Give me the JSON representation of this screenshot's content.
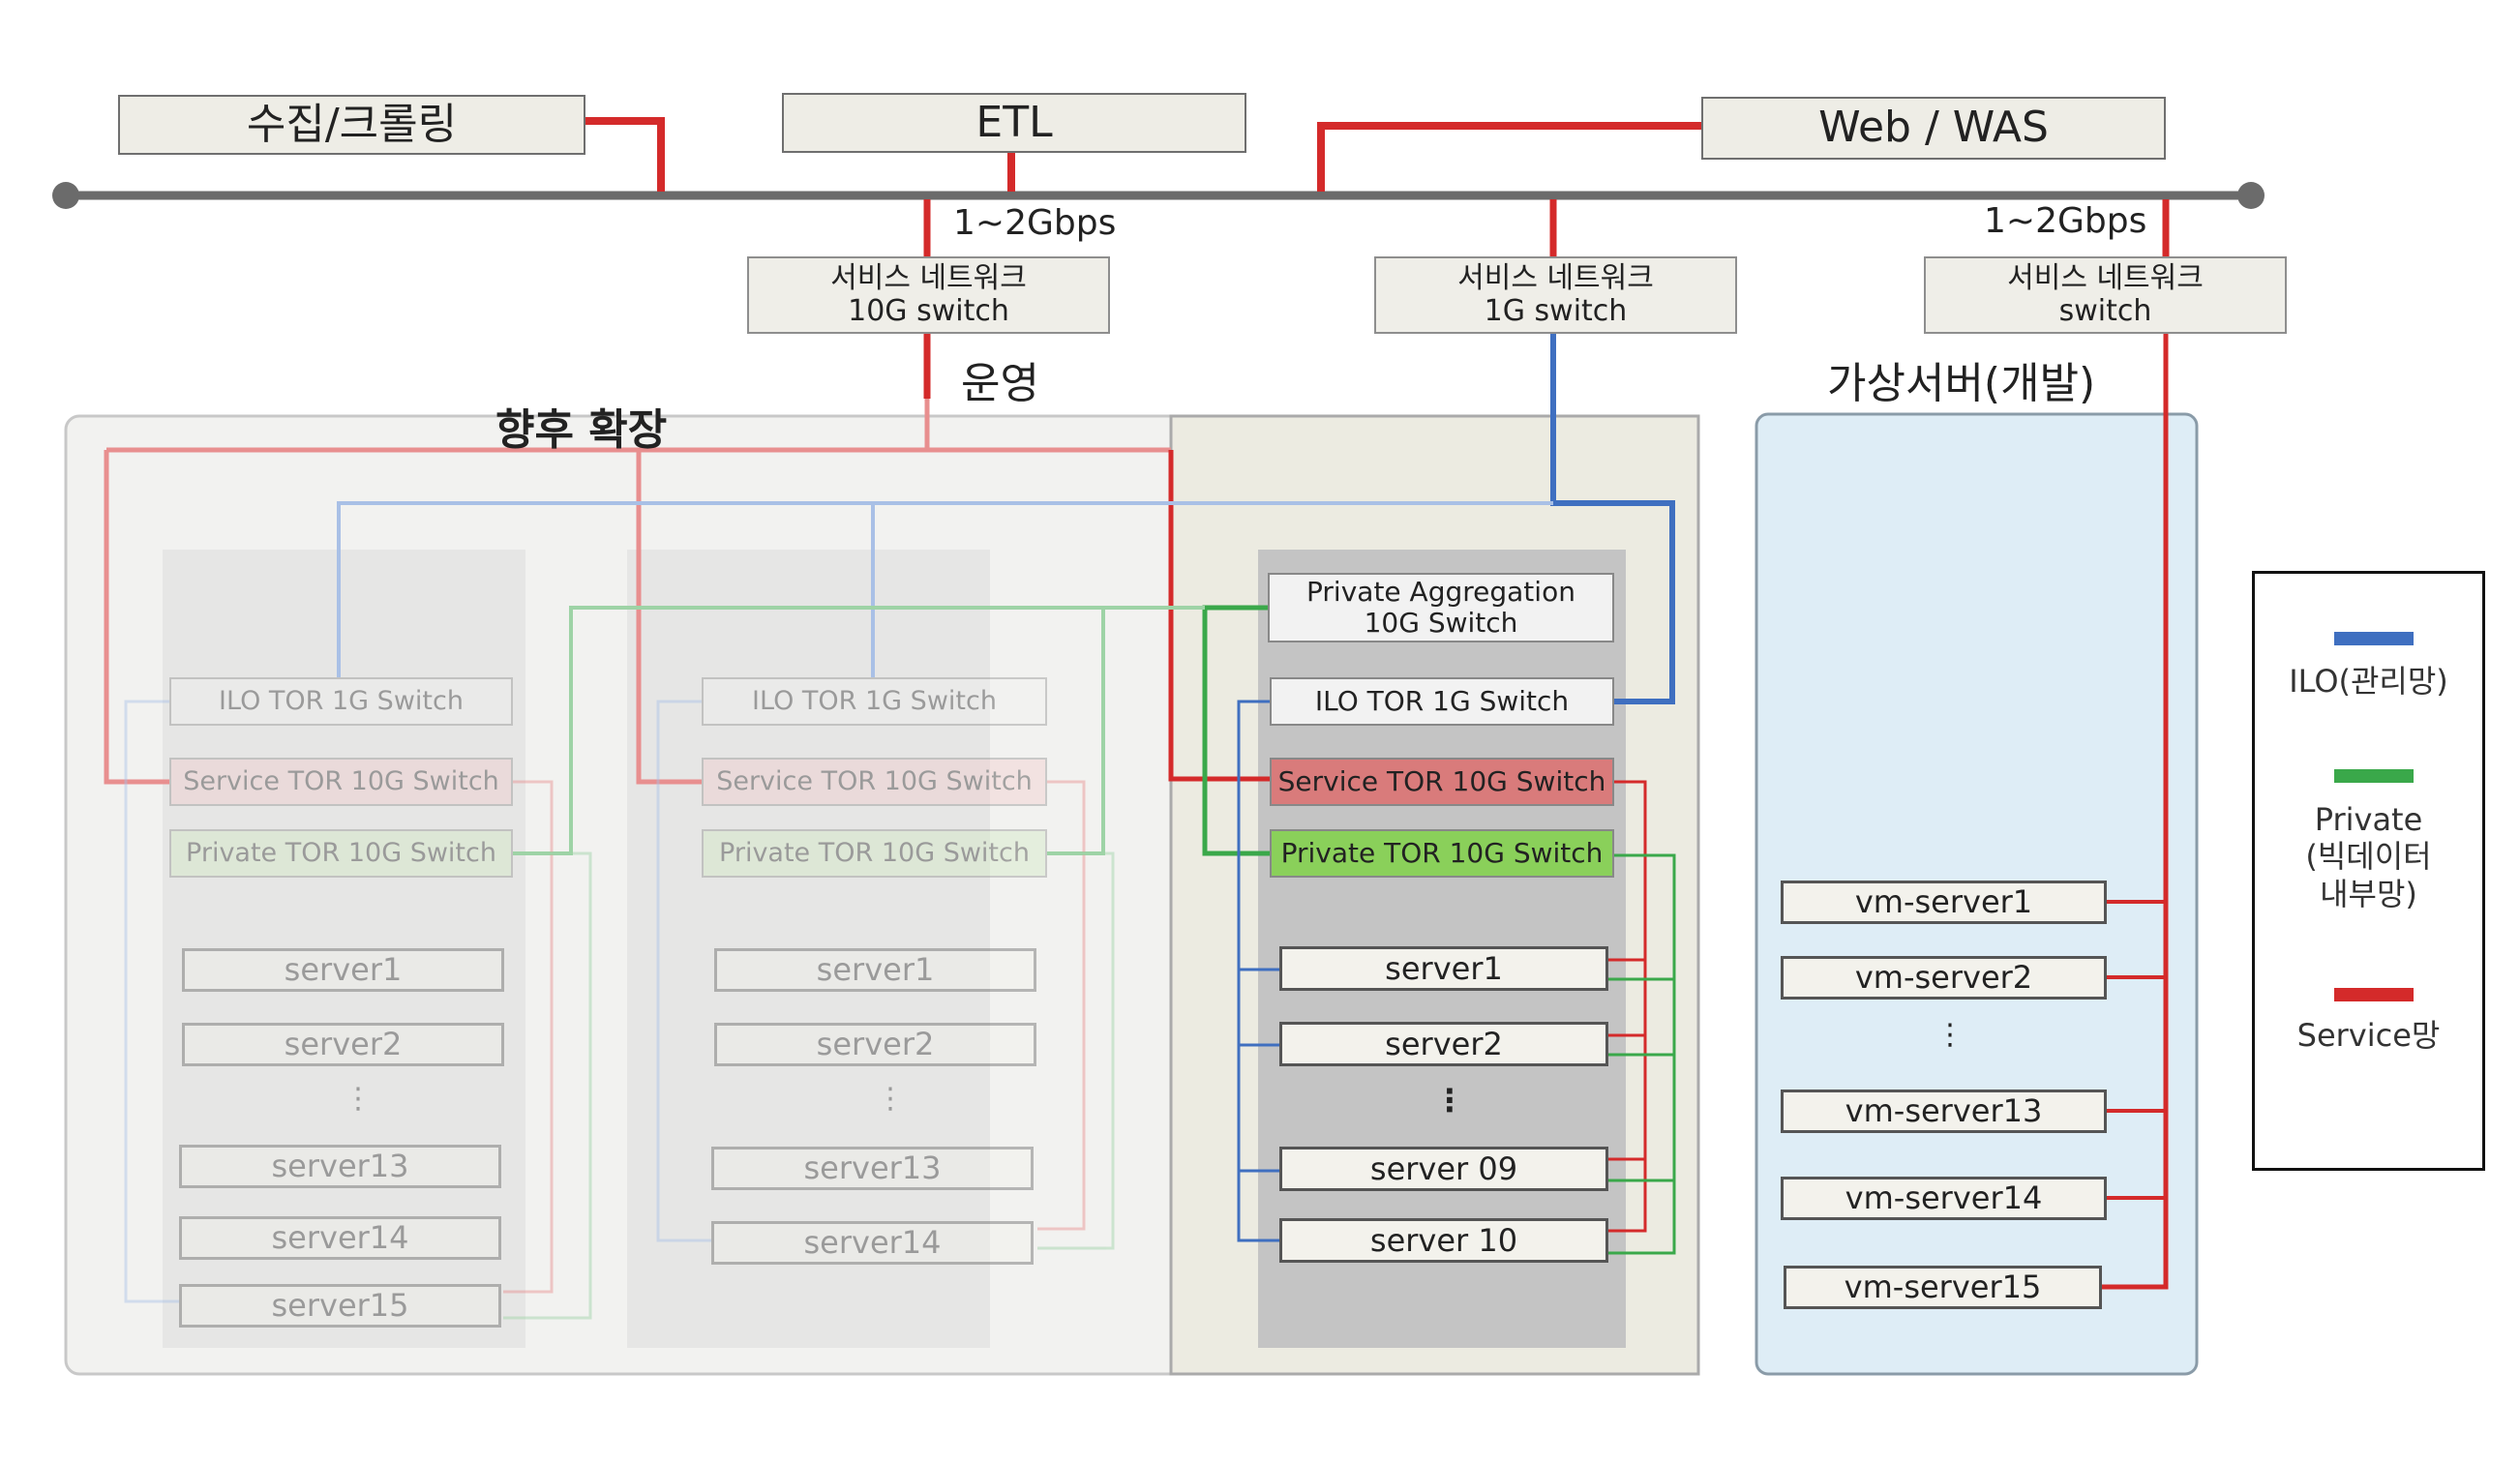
{
  "top": {
    "collection": "수집/크롤링",
    "etl": "ETL",
    "web_was": "Web / WAS"
  },
  "bandwidth": {
    "left": "1~2Gbps",
    "right": "1~2Gbps"
  },
  "service_switches": [
    {
      "line1": "서비스 네트워크",
      "line2": "10G switch"
    },
    {
      "line1": "서비스 네트워크",
      "line2": "1G switch"
    },
    {
      "line1": "서비스 네트워크",
      "line2": "switch"
    }
  ],
  "sections": {
    "operation": "운영",
    "future": "향후 확장",
    "virtual": "가상서버(개발)"
  },
  "active_rack": {
    "aggregation": {
      "line1": "Private Aggregation",
      "line2": "10G Switch"
    },
    "ilo_switch": "ILO TOR 1G Switch",
    "service_switch": "Service TOR 10G Switch",
    "private_switch": "Private TOR 10G Switch",
    "servers": [
      "server1",
      "server2",
      "server 09",
      "server 10"
    ],
    "ellipsis": "⋮"
  },
  "future_rack_1": {
    "ilo_switch": "ILO TOR 1G Switch",
    "service_switch": "Service TOR 10G Switch",
    "private_switch": "Private TOR 10G Switch",
    "servers": [
      "server1",
      "server2",
      "server13",
      "server14",
      "server15"
    ],
    "ellipsis": "⋮"
  },
  "future_rack_2": {
    "ilo_switch": "ILO TOR 1G Switch",
    "service_switch": "Service TOR 10G Switch",
    "private_switch": "Private TOR 10G Switch",
    "servers": [
      "server1",
      "server2",
      "server13",
      "server14"
    ],
    "ellipsis": "⋮"
  },
  "vm_servers": [
    "vm-server1",
    "vm-server2",
    "vm-server13",
    "vm-server14",
    "vm-server15"
  ],
  "vm_ellipsis": "⋮",
  "legend": {
    "ilo": "ILO(관리망)",
    "private": "Private\n(빅데이터\n내부망)",
    "service": "Service망"
  },
  "colors": {
    "service": "#d42a2a",
    "ilo": "#3f6fc0",
    "private": "#3aa84a",
    "backbone": "#6b6b6b"
  }
}
